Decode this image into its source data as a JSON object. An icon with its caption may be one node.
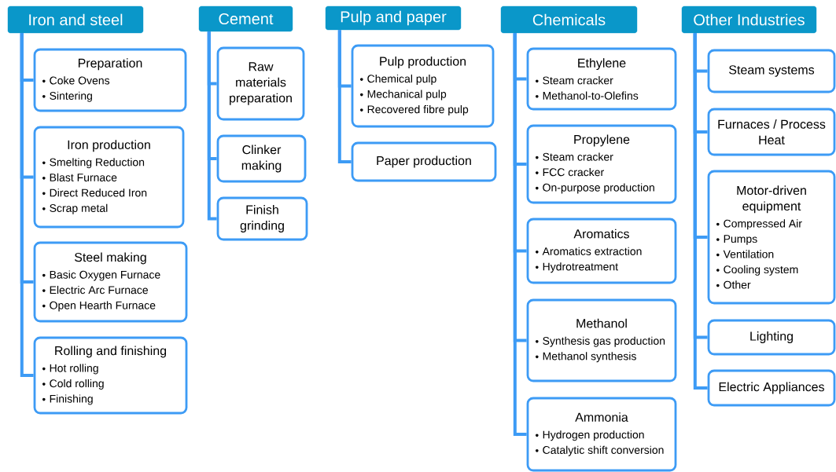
{
  "diagram": {
    "nodes": [
      {
        "text": [
          "Iron and steel"
        ]
      },
      {
        "text": [
          "Preparation",
          "Coke Ovens",
          "Sintering"
        ]
      },
      {
        "text": [
          "Iron production",
          "Smelting Reduction",
          "Blast Furnace",
          "Direct Reduced Iron",
          "Scrap metal"
        ]
      },
      {
        "text": [
          "Steel making",
          "Basic Oxygen Furnace",
          "Electric Arc Furnace",
          "Open Hearth Furnace"
        ]
      },
      {
        "text": [
          "Rolling and finishing",
          "Hot rolling",
          "Cold rolling",
          "Finishing"
        ]
      },
      {
        "text": [
          "Cement"
        ]
      },
      {
        "text": [
          "Raw materials preparation"
        ]
      },
      {
        "text": [
          "Clinker making"
        ]
      },
      {
        "text": [
          "Finish grinding"
        ]
      },
      {
        "text": [
          "Pulp and paper"
        ]
      },
      {
        "text": [
          "Pulp production",
          "Chemical pulp",
          "Mechanical pulp",
          "Recovered fibre pulp"
        ]
      },
      {
        "text": [
          "Paper production"
        ]
      },
      {
        "text": [
          "Chemicals"
        ]
      },
      {
        "text": [
          "Ethylene",
          "Steam cracker",
          "Methanol-to-Olefins"
        ]
      },
      {
        "text": [
          "Propylene",
          "Steam  cracker",
          "FCC cracker",
          "On-purpose production"
        ]
      },
      {
        "text": [
          "Aromatics",
          "Aromatics extraction",
          "Hydrotreatment"
        ]
      },
      {
        "text": [
          "Methanol",
          "Synthesis gas production",
          "Methanol synthesis"
        ]
      },
      {
        "text": [
          "Ammonia",
          "Hydrogen production",
          "Catalytic shift conversion"
        ]
      },
      {
        "text": [
          "Other Industries"
        ]
      },
      {
        "text": [
          "Steam systems"
        ]
      },
      {
        "text": [
          "Furnaces / Process Heat"
        ]
      },
      {
        "text": [
          "Motor-driven equipment",
          "Compressed Air",
          "Pumps",
          "Ventilation",
          "Cooling system",
          "Other"
        ]
      },
      {
        "text": [
          "Lighting"
        ]
      },
      {
        "text": [
          "Electric Appliances"
        ]
      }
    ],
    "edges": [
      {
        "from": 0,
        "to": 1,
        "arrow": "none"
      },
      {
        "from": 0,
        "to": 2,
        "arrow": "none"
      },
      {
        "from": 0,
        "to": 3,
        "arrow": "none"
      },
      {
        "from": 0,
        "to": 4,
        "arrow": "none"
      },
      {
        "from": 5,
        "to": 6,
        "arrow": "none"
      },
      {
        "from": 5,
        "to": 7,
        "arrow": "none"
      },
      {
        "from": 5,
        "to": 8,
        "arrow": "none"
      },
      {
        "from": 9,
        "to": 10,
        "arrow": "none"
      },
      {
        "from": 9,
        "to": 11,
        "arrow": "none"
      },
      {
        "from": 12,
        "to": 13,
        "arrow": "none"
      },
      {
        "from": 12,
        "to": 14,
        "arrow": "none"
      },
      {
        "from": 12,
        "to": 15,
        "arrow": "none"
      },
      {
        "from": 12,
        "to": 16,
        "arrow": "none"
      },
      {
        "from": 12,
        "to": 17,
        "arrow": "none"
      },
      {
        "from": 18,
        "to": 19,
        "arrow": "none"
      },
      {
        "from": 18,
        "to": 20,
        "arrow": "none"
      },
      {
        "from": 18,
        "to": 21,
        "arrow": "none"
      },
      {
        "from": 18,
        "to": 22,
        "arrow": "none"
      },
      {
        "from": 18,
        "to": 23,
        "arrow": "none"
      }
    ]
  }
}
